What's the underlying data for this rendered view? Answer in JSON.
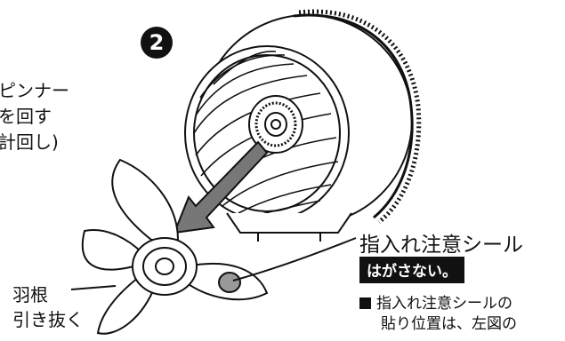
{
  "step_number": "2",
  "spinner_instruction": {
    "line1": "ピンナー",
    "line2": "を回す",
    "line3": "計回し)"
  },
  "sticker_label": "指入れ注意シール",
  "warning_badge": "はがさない。",
  "note": {
    "line1": "指入れ注意シールの",
    "line2": "貼り位置は、左図の"
  },
  "blade_label": "羽根",
  "pull_label": "引き抜く"
}
